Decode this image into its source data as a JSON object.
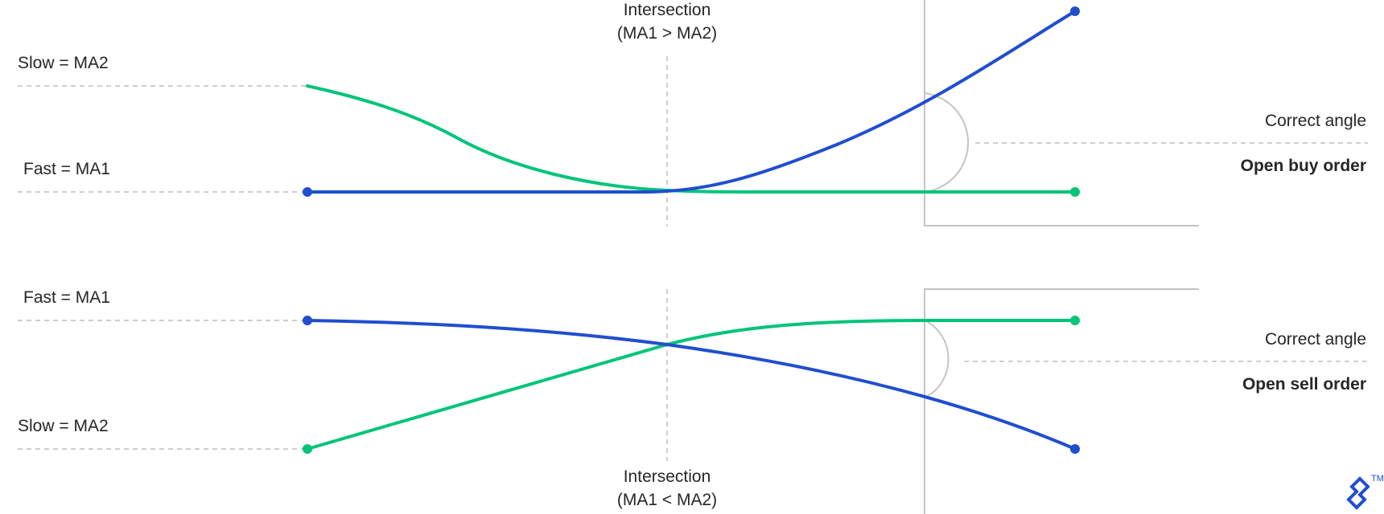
{
  "colors": {
    "fast_line": "#204ecf",
    "slow_line": "#00c47a",
    "guide": "#bdbdbd",
    "text": "#262626"
  },
  "top_panel": {
    "intersection_title": "Intersection",
    "intersection_condition": "(MA1 > MA2)",
    "slow_label": "Slow = MA2",
    "fast_label": "Fast = MA1",
    "angle_label": "Correct angle",
    "order_label": "Open buy order"
  },
  "bottom_panel": {
    "fast_label": "Fast = MA1",
    "slow_label": "Slow = MA2",
    "intersection_title": "Intersection",
    "intersection_condition": "(MA1 < MA2)",
    "angle_label": "Correct angle",
    "order_label": "Open sell order"
  },
  "logo": {
    "icon": "toptal-logo-icon",
    "trademark": "TM"
  }
}
